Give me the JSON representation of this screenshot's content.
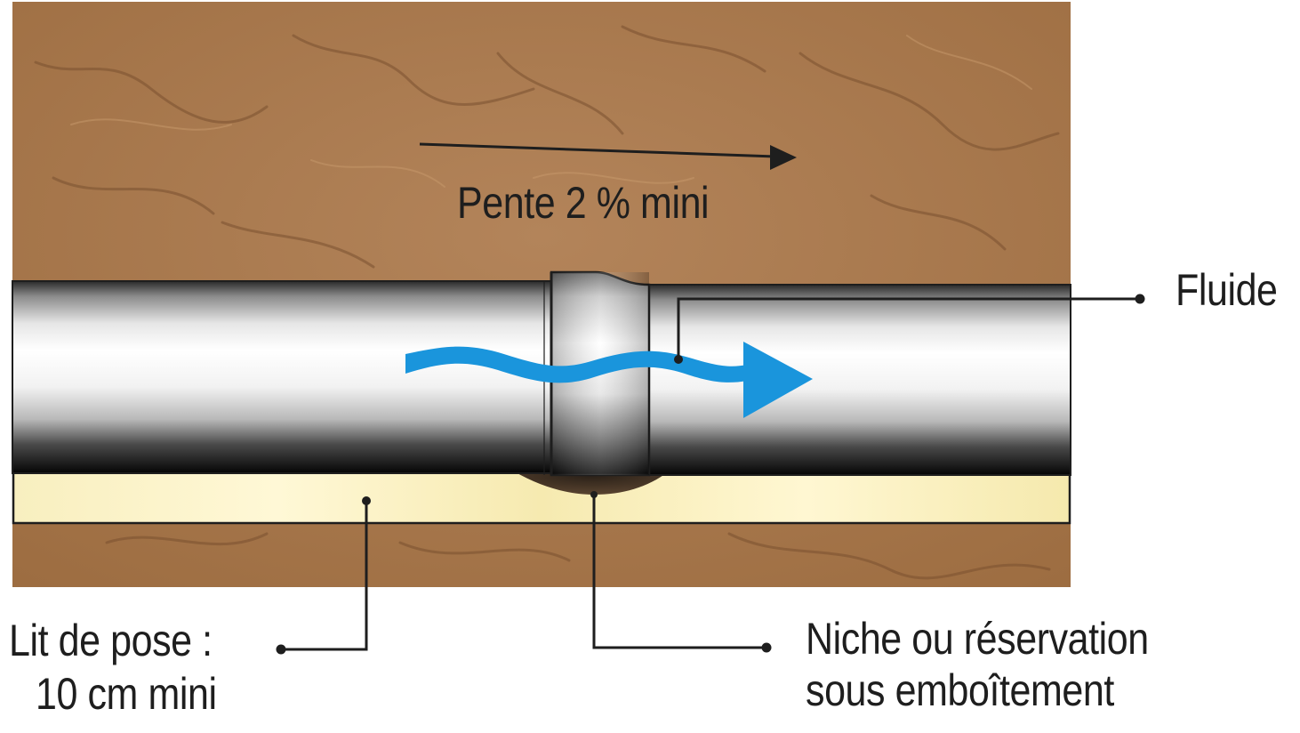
{
  "labels": {
    "slope": "Pente 2 % mini",
    "fluid": "Fluide",
    "bedding_line1": "Lit de pose :",
    "bedding_line2": "10 cm mini",
    "niche_line1": "Niche ou réservation",
    "niche_line2": "sous emboîtement"
  },
  "colors": {
    "soil": "#a9784a",
    "bedding": "#fbf4c6",
    "pipe_highlight": "#ffffff",
    "pipe_shadow": "#0b0b0b",
    "fluid_arrow": "#1a95dc",
    "leader_line": "#1e1e1e"
  },
  "icons": {
    "slope_arrow": "arrow-right-icon",
    "flow_arrow": "wavy-arrow-right-icon"
  }
}
